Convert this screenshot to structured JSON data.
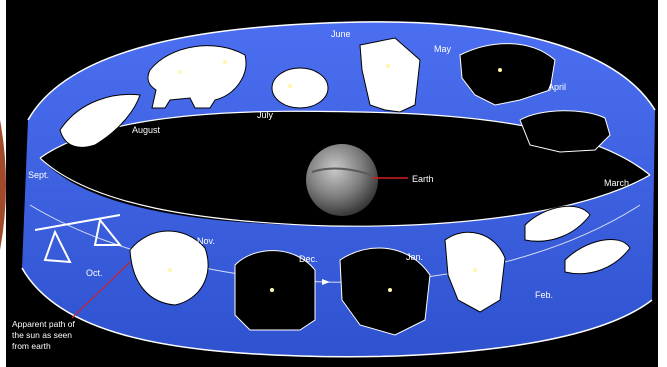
{
  "center": {
    "label": "Earth"
  },
  "months": {
    "june": "June",
    "may": "May",
    "july": "July",
    "august": "August",
    "april": "April",
    "sept": "Sept.",
    "march": "March",
    "nov": "Nov.",
    "dec": "Dec.",
    "jan": "Jan.",
    "feb": "Feb.",
    "oct": "Oct."
  },
  "annotation": {
    "line1": "Apparent path of",
    "line2": "the sun as seen",
    "line3": "from earth"
  },
  "colors": {
    "band": "#3f63e0",
    "band_dark": "#2a47b8",
    "background": "#000000",
    "earth": "#8a8a8a",
    "pointer": "#d02020",
    "left_edge": "#a14a2a"
  }
}
